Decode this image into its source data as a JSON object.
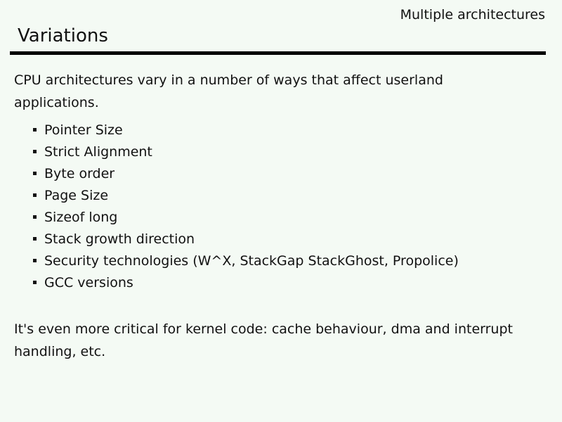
{
  "slide": {
    "background_color": "#f4faf4",
    "text_color": "#111111",
    "rule_color": "#000000",
    "header_right": "Multiple architectures",
    "title": "Variations",
    "intro": "CPU architectures vary in a number of ways that affect userland applications.",
    "bullets": [
      "Pointer Size",
      "Strict Alignment",
      "Byte order",
      "Page Size",
      "Sizeof long",
      "Stack growth direction",
      "Security technologies (W^X, StackGap StackGhost, Propolice)",
      "GCC versions"
    ],
    "footer": "It's even more critical for kernel code: cache behaviour, dma and interrupt handling, etc."
  }
}
